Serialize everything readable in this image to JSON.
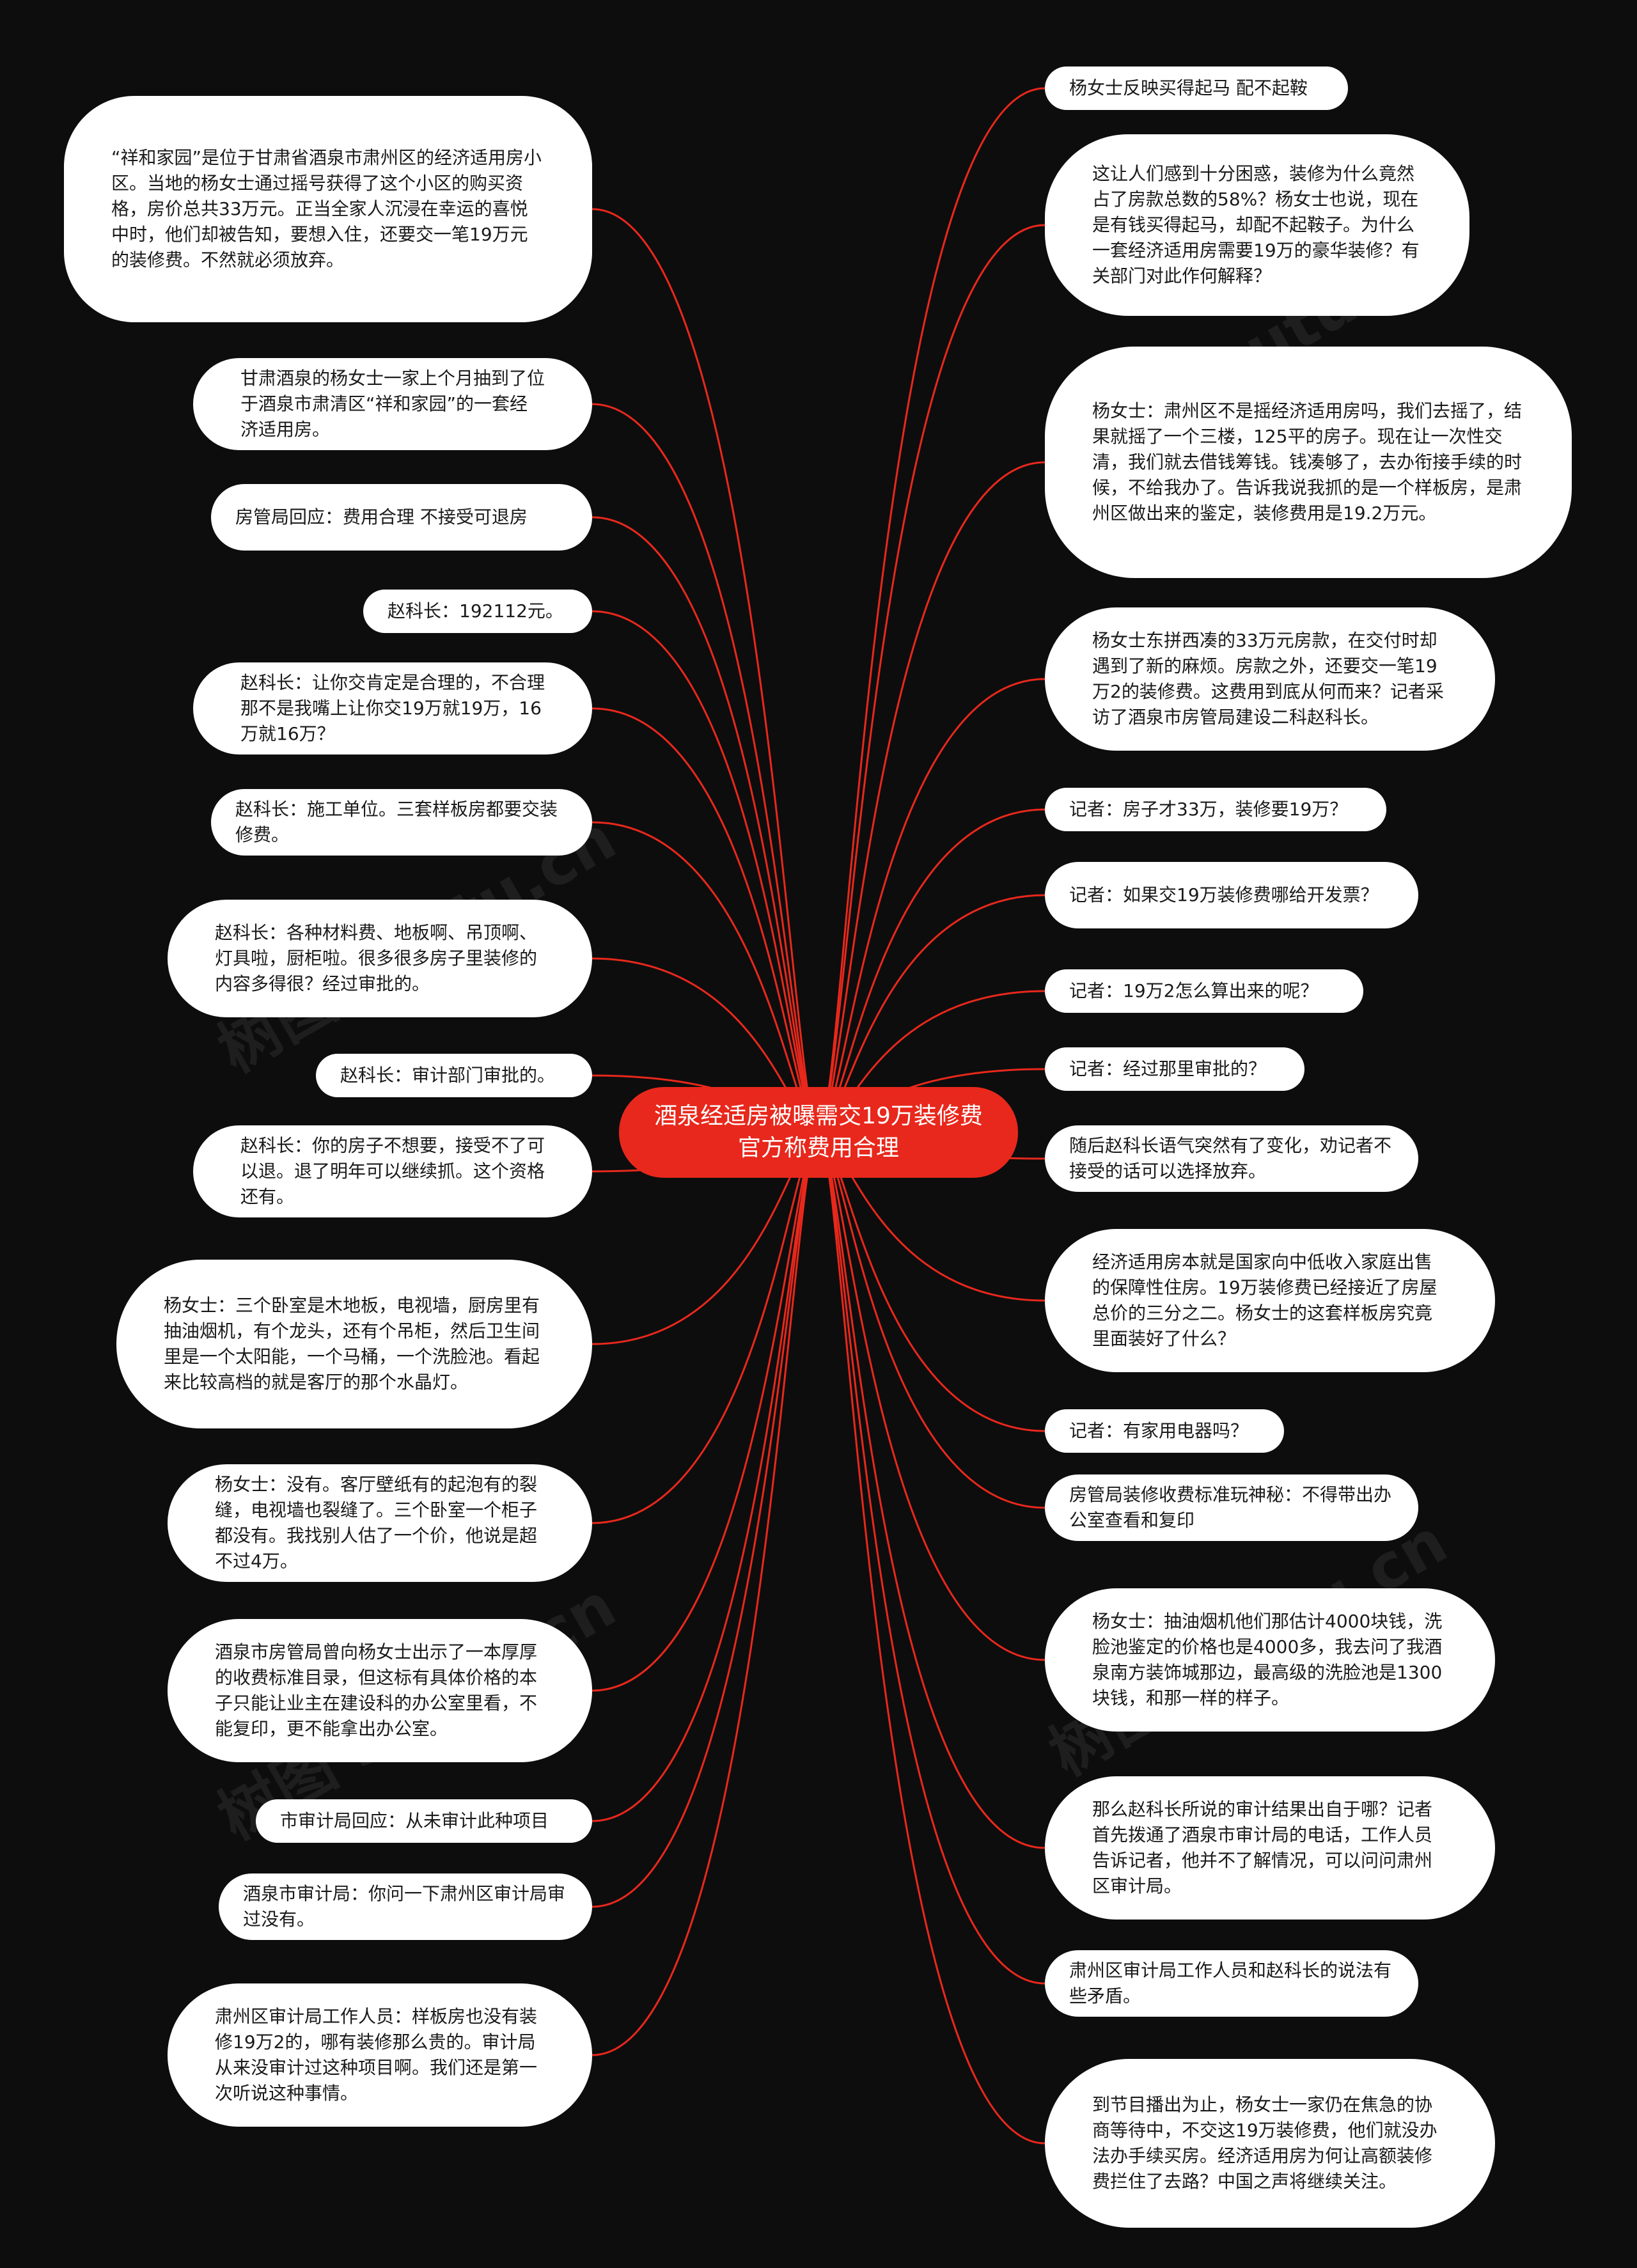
{
  "root": {
    "text": "酒泉经适房被曝需交19万装修费 官方称费用合理"
  },
  "left_nodes": [
    {
      "text": "“祥和家园”是位于甘肃省酒泉市肃州区的经济适用房小区。当地的杨女士通过摇号获得了这个小区的购买资格，房价总共33万元。正当全家人沉浸在幸运的喜悦中时，他们却被告知，要想入住，还要交一笔19万元的装修费。不然就必须放弃。"
    },
    {
      "text": "甘肃酒泉的杨女士一家上个月抽到了位于酒泉市肃清区“祥和家园”的一套经济适用房。"
    },
    {
      "text": "房管局回应：费用合理 不接受可退房"
    },
    {
      "text": "赵科长：192112元。"
    },
    {
      "text": "赵科长：让你交肯定是合理的，不合理那不是我嘴上让你交19万就19万，16万就16万？"
    },
    {
      "text": "赵科长：施工单位。三套样板房都要交装修费。"
    },
    {
      "text": "赵科长：各种材料费、地板啊、吊顶啊、灯具啦，厨柜啦。很多很多房子里装修的内容多得很？经过审批的。"
    },
    {
      "text": "赵科长：审计部门审批的。"
    },
    {
      "text": "赵科长：你的房子不想要，接受不了可以退。退了明年可以继续抓。这个资格还有。"
    },
    {
      "text": "杨女士：三个卧室是木地板，电视墙，厨房里有抽油烟机，有个龙头，还有个吊柜，然后卫生间里是一个太阳能，一个马桶，一个洗脸池。看起来比较高档的就是客厅的那个水晶灯。"
    },
    {
      "text": "杨女士：没有。客厅壁纸有的起泡有的裂缝，电视墙也裂缝了。三个卧室一个柜子都没有。我找别人估了一个价，他说是超不过4万。"
    },
    {
      "text": "酒泉市房管局曾向杨女士出示了一本厚厚的收费标准目录，但这标有具体价格的本子只能让业主在建设科的办公室里看，不能复印，更不能拿出办公室。"
    },
    {
      "text": "市审计局回应：从未审计此种项目"
    },
    {
      "text": "酒泉市审计局：你问一下肃州区审计局审过没有。"
    },
    {
      "text": "肃州区审计局工作人员：样板房也没有装修19万2的，哪有装修那么贵的。审计局从来没审计过这种项目啊。我们还是第一次听说这种事情。"
    }
  ],
  "right_nodes": [
    {
      "text": "杨女士反映买得起马 配不起鞍"
    },
    {
      "text": "这让人们感到十分困惑，装修为什么竟然占了房款总数的58%？杨女士也说，现在是有钱买得起马，却配不起鞍子。为什么一套经济适用房需要19万的豪华装修？有关部门对此作何解释？"
    },
    {
      "text": "杨女士：肃州区不是摇经济适用房吗，我们去摇了，结果就摇了一个三楼，125平的房子。现在让一次性交清，我们就去借钱筹钱。钱凑够了，去办衔接手续的时候，不给我办了。告诉我说我抓的是一个样板房，是肃州区做出来的鉴定，装修费用是19.2万元。"
    },
    {
      "text": "杨女士东拼西凑的33万元房款，在交付时却遇到了新的麻烦。房款之外，还要交一笔19万2的装修费。这费用到底从何而来？记者采访了酒泉市房管局建设二科赵科长。"
    },
    {
      "text": "记者：房子才33万，装修要19万？"
    },
    {
      "text": "记者：如果交19万装修费哪给开发票？"
    },
    {
      "text": "记者：19万2怎么算出来的呢？"
    },
    {
      "text": "记者：经过那里审批的？"
    },
    {
      "text": "随后赵科长语气突然有了变化，劝记者不接受的话可以选择放弃。"
    },
    {
      "text": "经济适用房本就是国家向中低收入家庭出售的保障性住房。19万装修费已经接近了房屋总价的三分之二。杨女士的这套样板房究竟里面装好了什么？"
    },
    {
      "text": "记者：有家用电器吗？"
    },
    {
      "text": "房管局装修收费标准玩神秘：不得带出办公室查看和复印"
    },
    {
      "text": "杨女士：抽油烟机他们那估计4000块钱，洗脸池鉴定的价格也是4000多，我去问了我酒泉南方装饰城那边，最高级的洗脸池是1300块钱，和那一样的样子。"
    },
    {
      "text": "那么赵科长所说的审计结果出自于哪？记者首先拨通了酒泉市审计局的电话，工作人员告诉记者，他并不了解情况，可以问问肃州区审计局。"
    },
    {
      "text": "肃州区审计局工作人员和赵科长的说法有些矛盾。"
    },
    {
      "text": "到节目播出为止，杨女士一家仍在焦急的协商等待中，不交这19万装修费，他们就没办法办手续买房。经济适用房为何让高额装修费拦住了去路？中国之声将继续关注。"
    }
  ],
  "watermark": "树图 shutu.cn",
  "colors": {
    "background": "#0d0d0d",
    "link": "#e8281c",
    "root_fill": "#e8281c",
    "node_fill": "#ffffff",
    "node_text": "#1a1a1a"
  }
}
